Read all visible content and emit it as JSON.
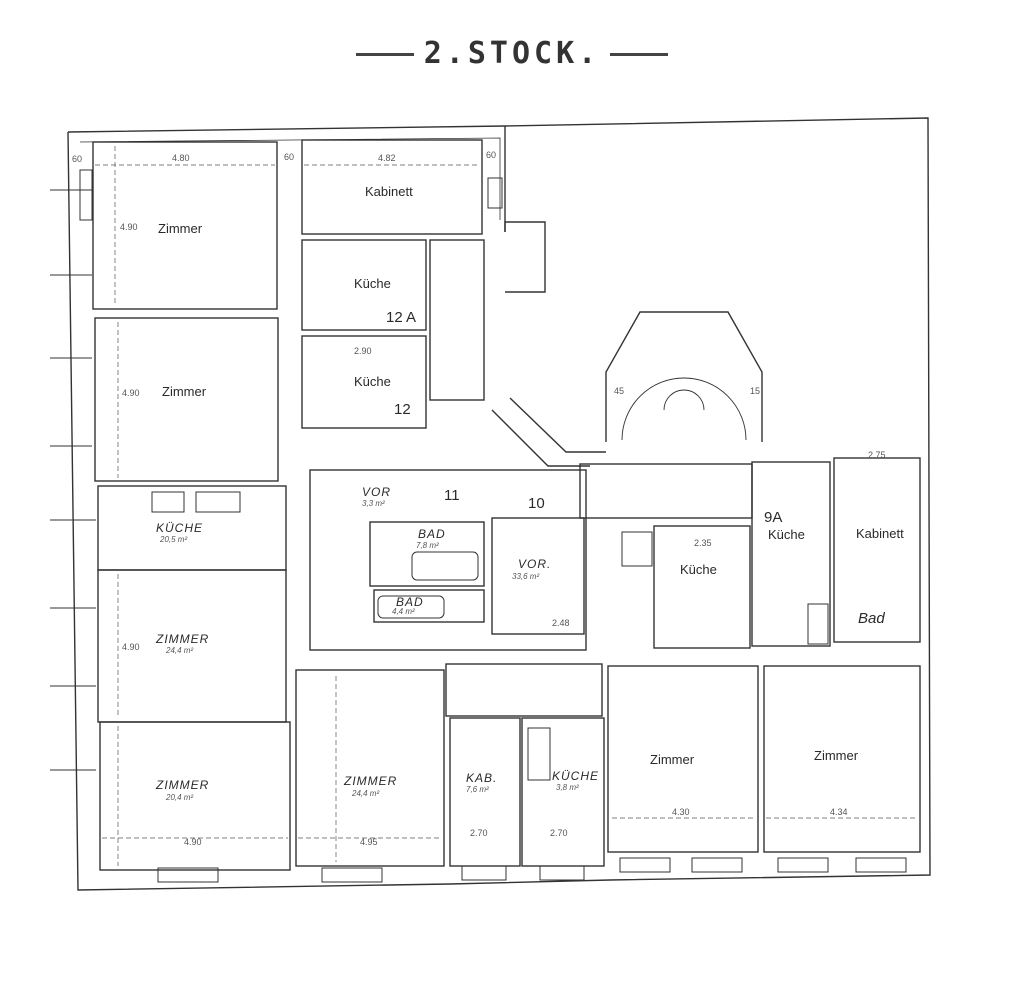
{
  "floor_title": "2.STOCK.",
  "rooms": {
    "zimmer_nw1": "Zimmer",
    "kabinett_n": "Kabinett",
    "kueche_12a": "Küche",
    "unit_12a": "12 A",
    "zimmer_nw2": "Zimmer",
    "kueche_12": "Küche",
    "unit_12": "12",
    "kueche_w": "KÜCHE",
    "zimmer_w1": "ZIMMER",
    "zimmer_w2": "ZIMMER",
    "vor_a": "VOR",
    "unit_11": "11",
    "unit_10": "10",
    "bad_1": "BAD",
    "bad_2": "BAD",
    "vor_b": "VOR.",
    "kueche_mid": "Küche",
    "unit_9a": "9A",
    "kueche_9a": "Küche",
    "kabinett_e": "Kabinett",
    "bad_e": "Bad",
    "zimmer_s1": "ZIMMER",
    "kab_s": "KAB.",
    "kueche_s": "KÜCHE",
    "zimmer_s2": "Zimmer",
    "zimmer_s3": "Zimmer"
  },
  "areas": {
    "kueche_w": "20,5 m²",
    "zimmer_w1": "24,4 m²",
    "zimmer_w2": "20,4 m²",
    "zimmer_s1": "24,4 m²",
    "kab_s": "7,6 m²",
    "kueche_s": "3,8 m²",
    "vor_b": "33,6 m²",
    "bad_1": "7,8 m²",
    "bad_2": "4,4 m²",
    "vor_a": "3,3 m²"
  },
  "dimensions": {
    "d480": "4.80",
    "d482": "4.82",
    "d60a": "60",
    "d60b": "60",
    "d60c": "60",
    "d490a": "4.90",
    "d490b": "4.90",
    "d490c": "4.90",
    "d490d": "4.90",
    "d495": "4.95",
    "d270a": "2.70",
    "d270b": "2.70",
    "d430": "4.30",
    "d434": "4.34",
    "d290": "2.90",
    "d275": "2.75",
    "d248": "2.48",
    "d235": "2.35",
    "d45": "45",
    "d15": "15"
  }
}
